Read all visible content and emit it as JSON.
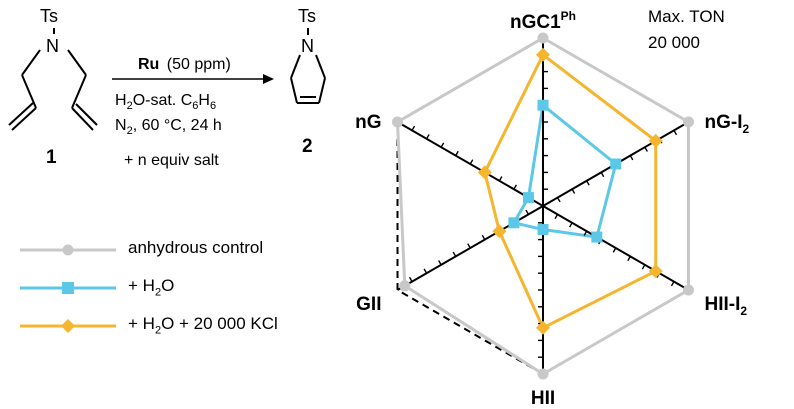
{
  "scheme": {
    "reactant_protecting_group": "Ts",
    "reactant_atom": "N",
    "reactant_number": "1",
    "product_protecting_group": "Ts",
    "product_atom": "N",
    "product_number": "2",
    "catalyst": "Ru",
    "catalyst_loading": "(50 ppm)",
    "solvent_prefix": "H",
    "solvent_mid": "O-sat. C",
    "solvent_sub_2": "2",
    "solvent_sub_6a": "6",
    "solvent_end": "H",
    "solvent_sub_6b": "6",
    "conditions_n": "N",
    "conditions_sub": "2",
    "conditions_rest": ", 60 °C, 24 h",
    "additive": "+ n equiv salt"
  },
  "annotation": {
    "line1": "Max. TON",
    "line2": "20 000"
  },
  "colors": {
    "anhydrous": "#c8c8c8",
    "water": "#5bc8e8",
    "salt": "#f5b52e",
    "frame": "#000000"
  },
  "chart_data": {
    "type": "radar",
    "axes": [
      {
        "name": "nGC1",
        "superscript": "Ph",
        "subscript": ""
      },
      {
        "name": "nG-I",
        "superscript": "",
        "subscript": "2"
      },
      {
        "name": "HII-I",
        "superscript": "",
        "subscript": "2"
      },
      {
        "name": "HII",
        "superscript": "",
        "subscript": ""
      },
      {
        "name": "GII",
        "superscript": "",
        "subscript": ""
      },
      {
        "name": "nG",
        "superscript": "",
        "subscript": ""
      }
    ],
    "rmax": 20000,
    "tick_interval": 2000,
    "series": [
      {
        "name": "anhydrous control",
        "color": "#c8c8c8",
        "marker": "circle",
        "values": [
          20000,
          20000,
          20000,
          20000,
          19000,
          20000
        ]
      },
      {
        "name": "+ H2O",
        "color": "#5bc8e8",
        "marker": "square",
        "values": [
          12000,
          10000,
          7400,
          2800,
          4000,
          2000
        ]
      },
      {
        "name": "+ H2O +  20 000 KCl",
        "color": "#f5b52e",
        "marker": "diamond",
        "values": [
          18000,
          15500,
          15500,
          14500,
          6000,
          8000
        ]
      }
    ]
  },
  "legend": {
    "items": [
      {
        "prefix": "anhydrous control",
        "sub": "",
        "suffix": ""
      },
      {
        "prefix": "+ H",
        "sub": "2",
        "suffix": "O"
      },
      {
        "prefix": "+ H",
        "sub": "2",
        "suffix": "O +  20 000 KCl"
      }
    ]
  }
}
